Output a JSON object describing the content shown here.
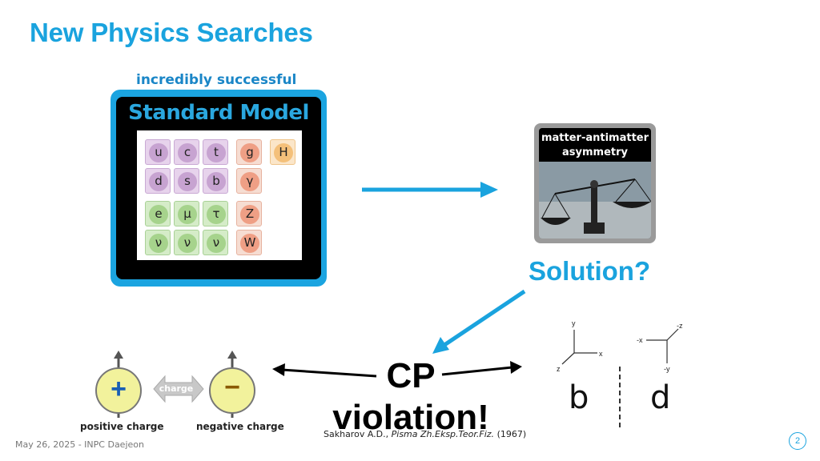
{
  "title": "New Physics Searches",
  "standard_model": {
    "caption": "incredibly successful",
    "title": "Standard Model",
    "quarks_row1": [
      "u",
      "c",
      "t"
    ],
    "quarks_row2": [
      "d",
      "s",
      "b"
    ],
    "leptons_row1": [
      "e",
      "μ",
      "τ"
    ],
    "leptons_row2": [
      "ν",
      "ν",
      "ν"
    ],
    "bosons": [
      "g",
      "γ",
      "Z",
      "W"
    ],
    "higgs": "H"
  },
  "asymmetry": {
    "line1": "matter-antimatter",
    "line2": "asymmetry"
  },
  "solution": "Solution?",
  "cp_violation": {
    "line1": "CP",
    "line2": "violation!"
  },
  "reference": {
    "author": "Sakharov A.D.,",
    "journal": "Pisma Zh.Eksp.Teor.Fiz.",
    "year": "(1967)"
  },
  "charge": {
    "plus_symbol": "+",
    "minus_symbol": "−",
    "arrow_label": "charge",
    "positive_label": "positive charge",
    "negative_label": "negative charge"
  },
  "parity": {
    "left_axes": {
      "y": "y",
      "x": "x",
      "z": "z"
    },
    "right_axes": {
      "y": "-y",
      "x": "-x",
      "z": "-z"
    },
    "left_letter": "b",
    "right_letter": "d"
  },
  "footer": "May 26, 2025 - INPC Daejeon",
  "page_number": "2",
  "colors": {
    "accent": "#1aa3de",
    "frame_blue": "#1ba4e0",
    "charge_yellow": "#f2f29c"
  }
}
